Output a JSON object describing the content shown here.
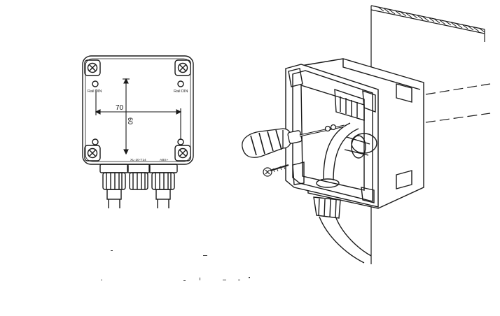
{
  "left_view": {
    "rail_left_label": "Rail DIN",
    "rail_right_label": "Rail DIN",
    "dim_width": "70",
    "dim_height": "60",
    "bottom_marking_left": "XL-20-T14",
    "bottom_marking_right": "ABS+"
  },
  "icons": {
    "screwdriver": "screwdriver-icon",
    "screw": "screw-icon",
    "wall": "wall-icon",
    "enclosure": "junction-box-icon"
  },
  "colors": {
    "line": "#1a1a1a",
    "background": "#ffffff"
  }
}
